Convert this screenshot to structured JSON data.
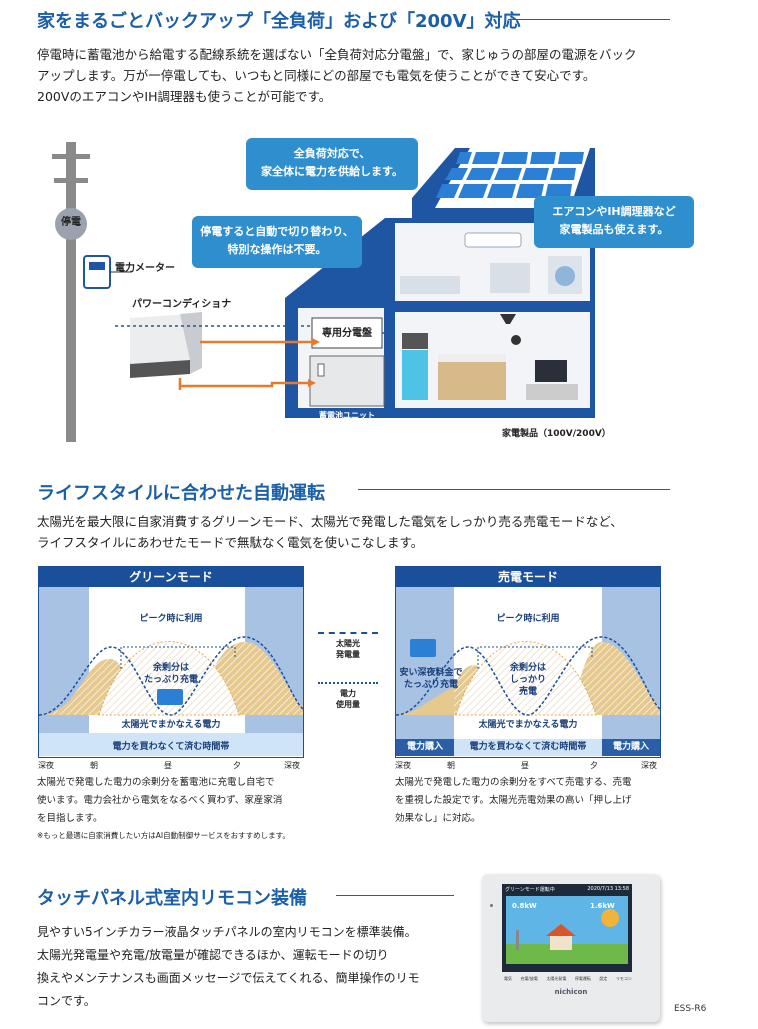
{
  "section1": {
    "title": "家をまるごとバックアップ「全負荷」および「200V」対応",
    "lines": [
      "停電時に蓄電池から給電する配線系統を選ばない「全負荷対応分電盤」で、家じゅうの部屋の電源をバック",
      "アップします。万が一停電しても、いつもと同様にどの部屋でも電気を使うことができて安心です。",
      "200VのエアコンやIH調理器も使うことが可能です。"
    ],
    "diagram": {
      "outage_label": "停電",
      "meter_label": "電力メーター",
      "pcs_label": "パワーコンディショナ",
      "bubble_full_load": [
        "全負荷対応で、",
        "家全体に電力を供給します。"
      ],
      "bubble_switch": [
        "停電すると自動で切り替わり、",
        "特別な操作は不要。"
      ],
      "bubble_appliances": [
        "エアコンやIH調理器など",
        "家電製品も使えます。"
      ],
      "panel_label": "専用分電盤",
      "battery_label": "蓄電池ユニット",
      "appliances_label": "家電製品（100V/200V）"
    }
  },
  "section2": {
    "title": "ライフスタイルに合わせた自動運転",
    "lines": [
      "太陽光を最大限に自家消費するグリーンモード、太陽光で発電した電気をしっかり売る売電モードなど、",
      "ライフスタイルにあわせたモードで無駄なく電気を使いこなします。"
    ],
    "green": {
      "header": "グリーンモード",
      "peak": "ピーク時に利用",
      "surplus": [
        "余剰分は",
        "たっぷり充電"
      ],
      "covered": "太陽光でまかなえる電力",
      "bar": "電力を買わなくて済む時間帯",
      "times": [
        "深夜",
        "朝",
        "昼",
        "夕",
        "深夜"
      ],
      "desc": [
        "太陽光で発電した電力の余剰分を蓄電池に充電し自宅で",
        "使います。電力会社から電気をなるべく買わず、家産家消",
        "を目指します。"
      ],
      "note": "※もっと最適に自家消費したい方はAI自動制御サービスをおすすめします。"
    },
    "legend": {
      "solar": [
        "太陽光",
        "発電量"
      ],
      "usage": [
        "電力",
        "使用量"
      ]
    },
    "sell": {
      "header": "売電モード",
      "peak": "ピーク時に利用",
      "night_charge": [
        "安い深夜料金で",
        "たっぷり充電"
      ],
      "surplus": [
        "余剰分は",
        "しっかり",
        "売電"
      ],
      "covered": "太陽光でまかなえる電力",
      "bar_left": "電力購入",
      "bar_mid": "電力を買わなくて済む時間帯",
      "bar_right": "電力購入",
      "times": [
        "深夜",
        "朝",
        "昼",
        "夕",
        "深夜"
      ],
      "desc": [
        "太陽光で発電した電力の余剰分をすべて売電する、売電",
        "を重視した設定です。太陽光売電効果の高い「押し上げ",
        "効果なし」に対応。"
      ]
    }
  },
  "section3": {
    "title": "タッチパネル式室内リモコン装備",
    "lines": [
      "見やすい5インチカラー液晶タッチパネルの室内リモコンを標準装備。",
      "太陽光発電量や充電/放電量が確認できるほか、運転モードの切り",
      "換えやメンテナンスも画面メッセージで伝えてくれる、簡単操作のリモ",
      "コンです。"
    ],
    "model": "ESS-R6",
    "remote": {
      "screen_title": "グリーンモード運転中",
      "screen_date": "2020/7/13 13:58",
      "gen_value": "0.8kW",
      "use_value": "1.6kW",
      "brand": "nichicon",
      "buttons": [
        "電気",
        "充電/放電",
        "太陽光発電",
        "停電運転",
        "設定",
        "リモコン"
      ]
    }
  },
  "colors": {
    "accent": "#1a5fa8",
    "bubble": "#2f8fce",
    "orange": "#e87a2e"
  }
}
